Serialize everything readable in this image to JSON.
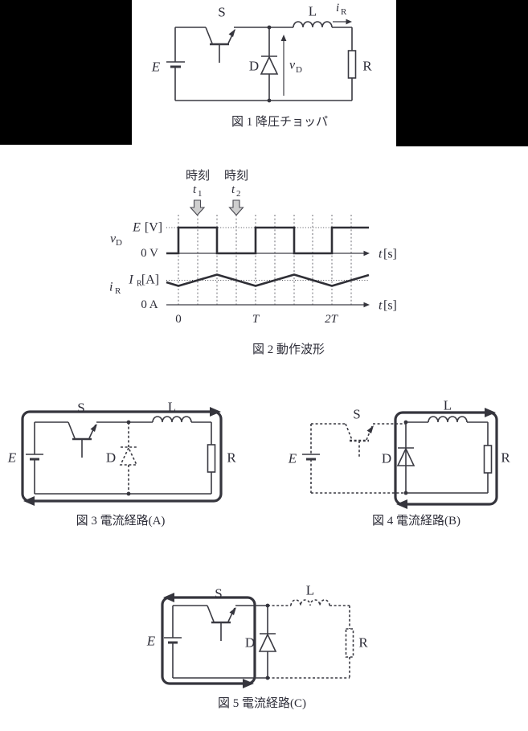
{
  "page": {
    "background": "#ffffff",
    "redaction_color": "#000000"
  },
  "fig1": {
    "caption": "図 1  降圧チョッパ",
    "labels": {
      "E": "E",
      "S": "S",
      "L": "L",
      "R": "R",
      "D": "D",
      "i": "i",
      "i_sub": "R",
      "v": "v",
      "v_sub": "D"
    }
  },
  "fig2": {
    "caption": "図 2  動作波形",
    "markers": {
      "jikoku1": "時刻",
      "t1": "t",
      "t1_sub": "1",
      "jikoku2": "時刻",
      "t2": "t",
      "t2_sub": "2"
    },
    "vd": {
      "name": "v",
      "name_sub": "D",
      "high_sym": "E",
      "high_unit": "[V]",
      "zero": "0 V",
      "t": "t",
      "t_unit": "[s]"
    },
    "ir": {
      "name": "i",
      "name_sub": "R",
      "level_sym": "I",
      "level_sub": "R",
      "level_unit": "[A]",
      "zero": "0 A",
      "t": "t",
      "t_unit": "[s]"
    },
    "ticks": {
      "zero": "0",
      "T": "T",
      "twoT": "2T"
    }
  },
  "fig3": {
    "caption": "図 3  電流経路(A)",
    "labels": {
      "E": "E",
      "S": "S",
      "L": "L",
      "R": "R",
      "D": "D"
    }
  },
  "fig4": {
    "caption": "図 4  電流経路(B)",
    "labels": {
      "E": "E",
      "S": "S",
      "L": "L",
      "R": "R",
      "D": "D"
    }
  },
  "fig5": {
    "caption": "図 5  電流経路(C)",
    "labels": {
      "E": "E",
      "S": "S",
      "L": "L",
      "R": "R",
      "D": "D"
    }
  },
  "chart_data": {
    "type": "line",
    "title": "図2 動作波形",
    "xlabel": "t[s]",
    "x_ticks": [
      "0",
      "T",
      "2T"
    ],
    "x_gridlines_t_over_T": [
      0,
      0.25,
      0.5,
      0.75,
      1,
      1.25,
      1.5,
      1.75,
      2,
      2.25
    ],
    "series": [
      {
        "name": "v_D",
        "unit": "V",
        "shape": "square",
        "duty": 0.5,
        "levels": {
          "high": "E",
          "low": "0"
        },
        "segments_t_over_T": [
          {
            "from": -0.15,
            "to": 0,
            "level": "0"
          },
          {
            "from": 0,
            "to": 0.5,
            "level": "E"
          },
          {
            "from": 0.5,
            "to": 1,
            "level": "0"
          },
          {
            "from": 1,
            "to": 1.5,
            "level": "E"
          },
          {
            "from": 1.5,
            "to": 2,
            "level": "0"
          },
          {
            "from": 2,
            "to": 2.5,
            "level": "E"
          }
        ]
      },
      {
        "name": "i_R",
        "unit": "A",
        "shape": "triangle",
        "mean": "I_R",
        "vertices_t_over_T": [
          {
            "t": 0,
            "value": "min"
          },
          {
            "t": 0.5,
            "value": "max"
          },
          {
            "t": 1,
            "value": "min"
          },
          {
            "t": 1.5,
            "value": "max"
          },
          {
            "t": 2,
            "value": "min"
          },
          {
            "t": 2.5,
            "value": "max"
          }
        ]
      }
    ],
    "annotations": [
      {
        "label": "時刻 t1",
        "t_over_T": 0.25
      },
      {
        "label": "時刻 t2",
        "t_over_T": 0.75
      }
    ],
    "legend": "none",
    "grid": "vertical dashed"
  }
}
